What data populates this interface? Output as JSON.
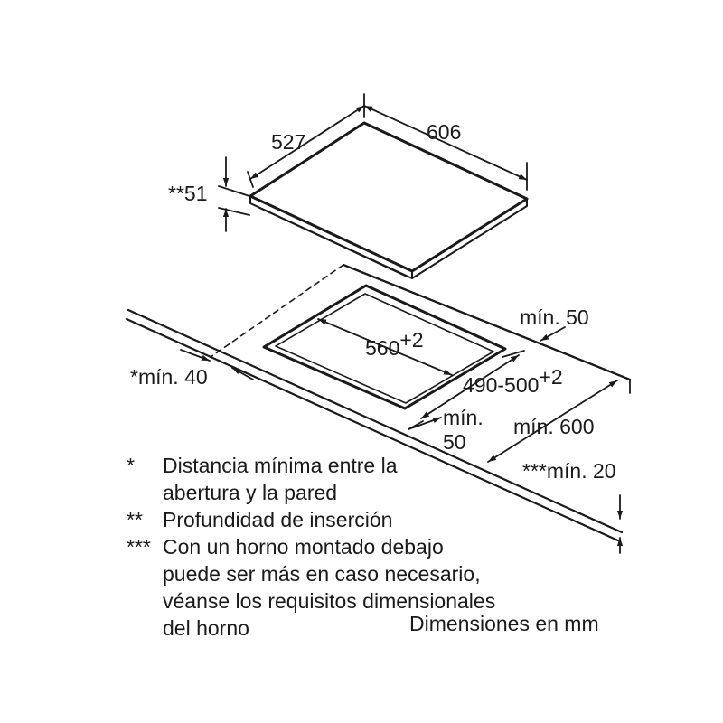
{
  "diagram": {
    "labels": {
      "hob_depth": "527",
      "hob_width": "606",
      "insertion_depth": "**51",
      "cutout_width": "560",
      "cutout_width_tol": "+2",
      "cutout_depth": "490-500",
      "cutout_depth_tol": "+2",
      "rear_clearance": "mín. 50",
      "front_min_line1": "mín.",
      "front_min_line2": "50",
      "worktop_depth": "mín. 600",
      "side_wall_min": "*mín. 40",
      "oven_gap": "***mín. 20"
    }
  },
  "legend": [
    {
      "mark": "*",
      "lines": [
        "Distancia mínima entre la",
        "abertura y la pared"
      ]
    },
    {
      "mark": "**",
      "lines": [
        "Profundidad de inserción"
      ]
    },
    {
      "mark": "***",
      "lines": [
        "Con un horno montado debajo",
        "puede ser más en caso necesario,",
        "véanse los requisitos dimensionales",
        "del horno"
      ]
    }
  ],
  "units_note": "Dimensiones en mm",
  "colors": {
    "ink": "#1a1a1a",
    "background": "#ffffff"
  }
}
